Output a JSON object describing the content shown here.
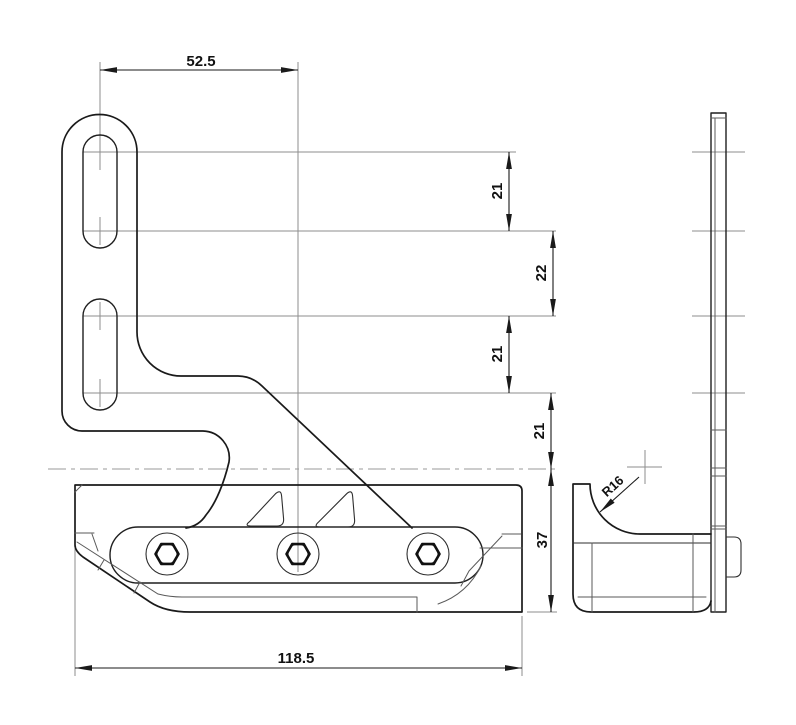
{
  "drawing": {
    "type": "engineering-drawing",
    "part": "mounting bracket, front and side orthographic views",
    "background_color": "#ffffff",
    "line_color": "#1a1a1a",
    "extension_line_color": "#8e8e8e",
    "text_color": "#111111"
  },
  "dimensions": {
    "d52_5": {
      "label": "52.5",
      "value": 52.5,
      "orientation": "horizontal",
      "feature": "slot center to screw center"
    },
    "d21_top": {
      "label": "21",
      "value": 21,
      "orientation": "vertical",
      "feature": "upper slot hole pitch"
    },
    "d22": {
      "label": "22",
      "value": 22,
      "orientation": "vertical",
      "feature": "between slots pitch"
    },
    "d21_mid": {
      "label": "21",
      "value": 21,
      "orientation": "vertical",
      "feature": "lower slot hole pitch"
    },
    "d21_low": {
      "label": "21",
      "value": 21,
      "orientation": "vertical",
      "feature": "lower hole to centerline"
    },
    "d37": {
      "label": "37",
      "value": 37,
      "orientation": "vertical",
      "feature": "base height below centerline"
    },
    "d118_5": {
      "label": "118.5",
      "value": 118.5,
      "orientation": "horizontal",
      "feature": "overall base length"
    },
    "r16": {
      "label": "R16",
      "value": 16,
      "orientation": "leader",
      "feature": "fillet radius on side view"
    }
  }
}
